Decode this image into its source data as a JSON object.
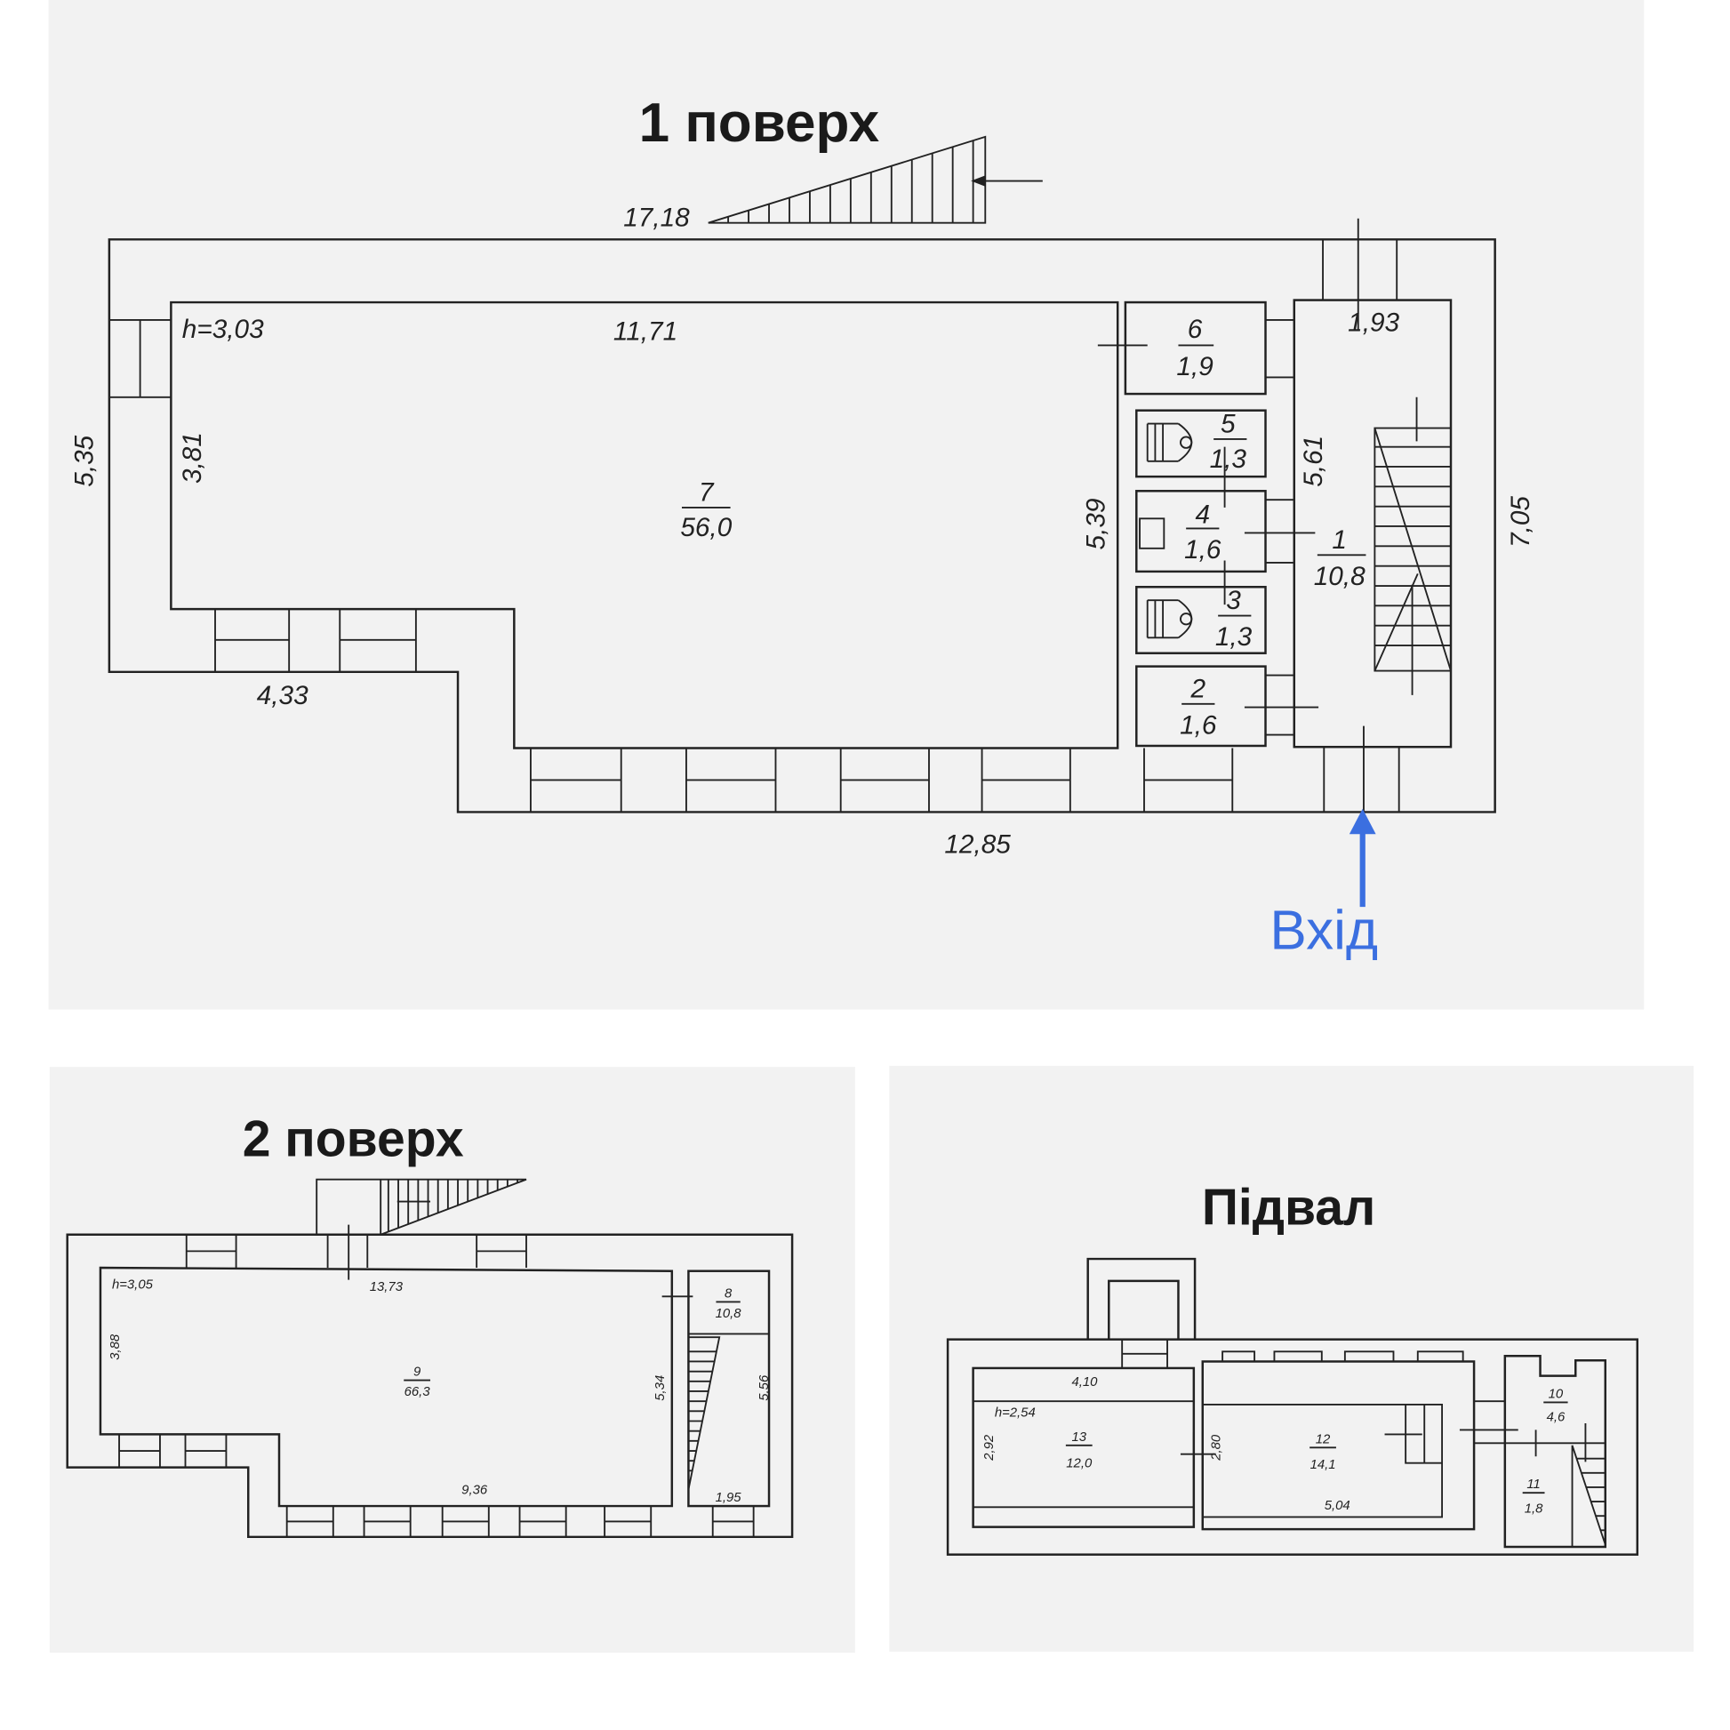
{
  "floor1": {
    "title": "1 поверх",
    "height": "h=3,03",
    "dims": {
      "top_outer": "17,18",
      "room7_top": "11,71",
      "left_outer": "5,35",
      "left_inner": "3,81",
      "room7_right": "5,39",
      "bottom_left": "4,33",
      "bottom": "12,85",
      "stair_width": "1,93",
      "stair_height": "5,61",
      "right_outer": "7,05"
    },
    "rooms": [
      {
        "num": "7",
        "area": "56,0"
      },
      {
        "num": "6",
        "area": "1,9"
      },
      {
        "num": "5",
        "area": "1,3"
      },
      {
        "num": "4",
        "area": "1,6"
      },
      {
        "num": "3",
        "area": "1,3"
      },
      {
        "num": "2",
        "area": "1,6"
      },
      {
        "num": "1",
        "area": "10,8"
      }
    ],
    "entrance_label": "Вхід",
    "entrance_color": "#3b6fe0"
  },
  "floor2": {
    "title": "2 поверх",
    "height": "h=3,05",
    "dims": {
      "top": "13,73",
      "left": "3,88",
      "right_inner": "5,34",
      "right_outer": "5,56",
      "bottom": "9,36",
      "stair_width": "1,95"
    },
    "rooms": [
      {
        "num": "9",
        "area": "66,3"
      },
      {
        "num": "8",
        "area": "10,8"
      }
    ]
  },
  "basement": {
    "title": "Підвал",
    "height": "h=2,54",
    "dims": {
      "room13_top": "4,10",
      "room13_left": "2,92",
      "room12_left": "2,80",
      "room12_bottom": "5,04"
    },
    "rooms": [
      {
        "num": "13",
        "area": "12,0"
      },
      {
        "num": "12",
        "area": "14,1"
      },
      {
        "num": "10",
        "area": "4,6"
      },
      {
        "num": "11",
        "area": "1,8"
      }
    ]
  }
}
